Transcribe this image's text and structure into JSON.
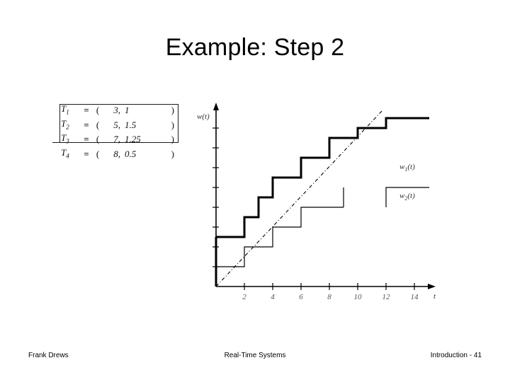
{
  "slide": {
    "title": "Example: Step 2",
    "background_color": "#ffffff",
    "text_color": "#000000"
  },
  "task_table": {
    "equals": "=",
    "paren_open": "(",
    "paren_close": ")",
    "rows": [
      {
        "name": "T",
        "index": "1",
        "period": "3,",
        "execution": "1",
        "boxed": true
      },
      {
        "name": "T",
        "index": "2",
        "period": "5,",
        "execution": "1.5",
        "boxed": true
      },
      {
        "name": "T",
        "index": "3",
        "period": "7,",
        "execution": "1.25",
        "boxed": false
      },
      {
        "name": "T",
        "index": "4",
        "period": "8,",
        "execution": "0.5",
        "boxed": false
      }
    ]
  },
  "footer": {
    "author": "Frank Drews",
    "center": "Real-Time Systems",
    "page": "Introduction - 41"
  },
  "chart_data": {
    "type": "line",
    "title": "",
    "xlabel": "t",
    "ylabel": "w(t)",
    "xlim": [
      0,
      15.5
    ],
    "ylim": [
      0,
      9.5
    ],
    "grid": false,
    "legend_position": "right",
    "x_ticks": [
      2,
      4,
      6,
      8,
      10,
      12,
      14
    ],
    "x_tick_labels": [
      "2",
      "4",
      "6",
      "8",
      "10",
      "12",
      "14"
    ],
    "y_ticks": [
      1,
      2,
      3,
      4,
      5,
      6,
      7,
      8
    ],
    "y_tick_labels": [
      "",
      "",
      "",
      "",
      "",
      "",
      "",
      ""
    ],
    "series": [
      {
        "name": "w1(t)",
        "label": "w",
        "label_sub": "1",
        "label_suffix": "(t)",
        "type": "step",
        "style": "thin",
        "color": "#000000",
        "line_width": 1,
        "x": [
          0,
          3,
          6,
          9
        ],
        "y": [
          1,
          2,
          3,
          4
        ],
        "x_end": 9
      },
      {
        "name": "w2(t)",
        "label": "w",
        "label_sub": "2",
        "label_suffix": "(t)",
        "type": "step",
        "style": "thick",
        "color": "#000000",
        "line_width": 3,
        "x": [
          0,
          3,
          5,
          6,
          8,
          10,
          12
        ],
        "y": [
          2.5,
          4,
          5,
          6,
          7,
          8,
          9
        ],
        "x_end": 15
      },
      {
        "name": "w(t) = t",
        "label": "",
        "type": "line",
        "style": "dash-dot",
        "color": "#000000",
        "line_width": 1,
        "x": [
          0,
          11.7
        ],
        "y": [
          0,
          9.2
        ]
      }
    ],
    "annotations": [
      {
        "text": "w2(t)",
        "x": 13.2,
        "y": 7.1
      },
      {
        "text": "w1(t)",
        "x": 13.2,
        "y": 4.0
      }
    ]
  }
}
